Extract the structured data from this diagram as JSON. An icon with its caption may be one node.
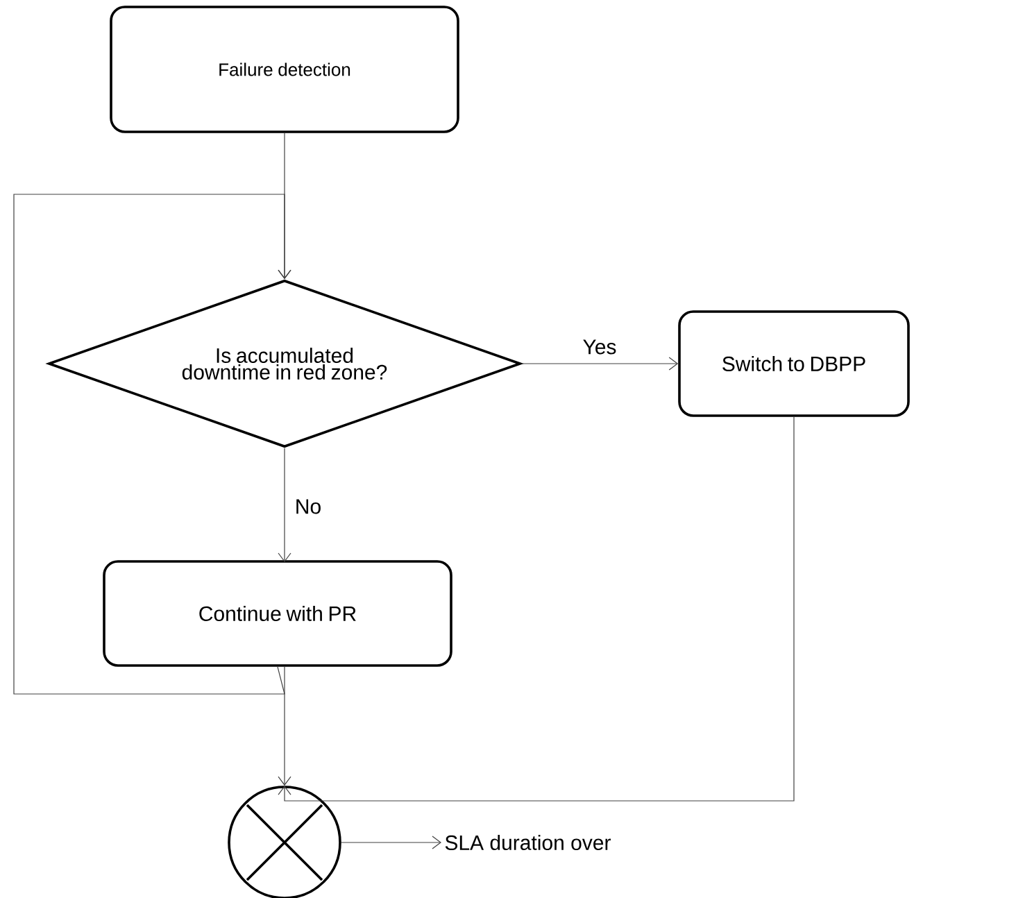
{
  "diagram": {
    "nodes": [
      {
        "text": [
          "Failure detection"
        ]
      },
      {
        "text": [
          "Is accumulated downtime in red zone?"
        ]
      },
      {
        "text": [
          "Switch to DBPP"
        ]
      },
      {
        "text": [
          "Continue with PR"
        ]
      },
      {
        "text": [],
        "shape": "circle"
      },
      {
        "text": [
          "SLA duration over"
        ]
      }
    ],
    "edges": [
      {
        "from": 0,
        "to": 1,
        "arrow": "to"
      },
      {
        "from": 1,
        "to": 2,
        "arrow": "to",
        "label": "Yes"
      },
      {
        "from": 1,
        "to": 3,
        "arrow": "to",
        "label": "No"
      },
      {
        "from": 3,
        "to": 1,
        "arrow": "to"
      },
      {
        "from": 3,
        "to": 4,
        "arrow": "to"
      },
      {
        "from": 2,
        "to": 4,
        "arrow": "to"
      },
      {
        "from": 4,
        "to": 5,
        "arrow": "to"
      }
    ]
  }
}
